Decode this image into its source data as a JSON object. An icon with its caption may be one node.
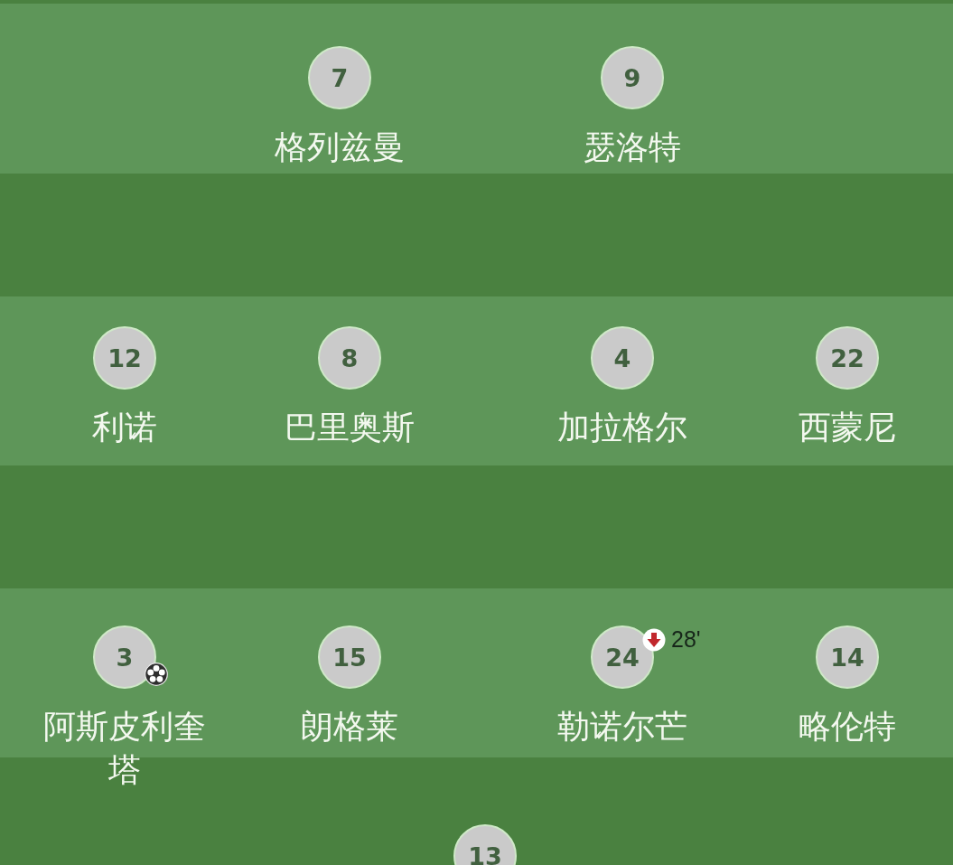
{
  "diagram": {
    "nodes": [
      {
        "text": [
          "7"
        ],
        "beside": [
          "格列兹曼"
        ]
      },
      {
        "text": [
          "9"
        ],
        "beside": [
          "瑟洛特"
        ]
      },
      {
        "text": [
          "12"
        ],
        "beside": [
          "利诺"
        ]
      },
      {
        "text": [
          "8"
        ],
        "beside": [
          "巴里奥斯"
        ]
      },
      {
        "text": [
          "4"
        ],
        "beside": [
          "加拉格尔"
        ]
      },
      {
        "text": [
          "22"
        ],
        "beside": [
          "西蒙尼"
        ]
      },
      {
        "text": [
          "3"
        ],
        "beside": [
          "阿斯皮利奎塔"
        ]
      },
      {
        "text": [
          "15"
        ],
        "beside": [
          "朗格莱"
        ]
      },
      {
        "text": [
          "24"
        ],
        "beside": [
          "勒诺尔芒",
          "28'"
        ]
      },
      {
        "text": [
          "14"
        ],
        "beside": [
          "略伦特"
        ]
      },
      {
        "text": [
          "13"
        ]
      }
    ]
  }
}
